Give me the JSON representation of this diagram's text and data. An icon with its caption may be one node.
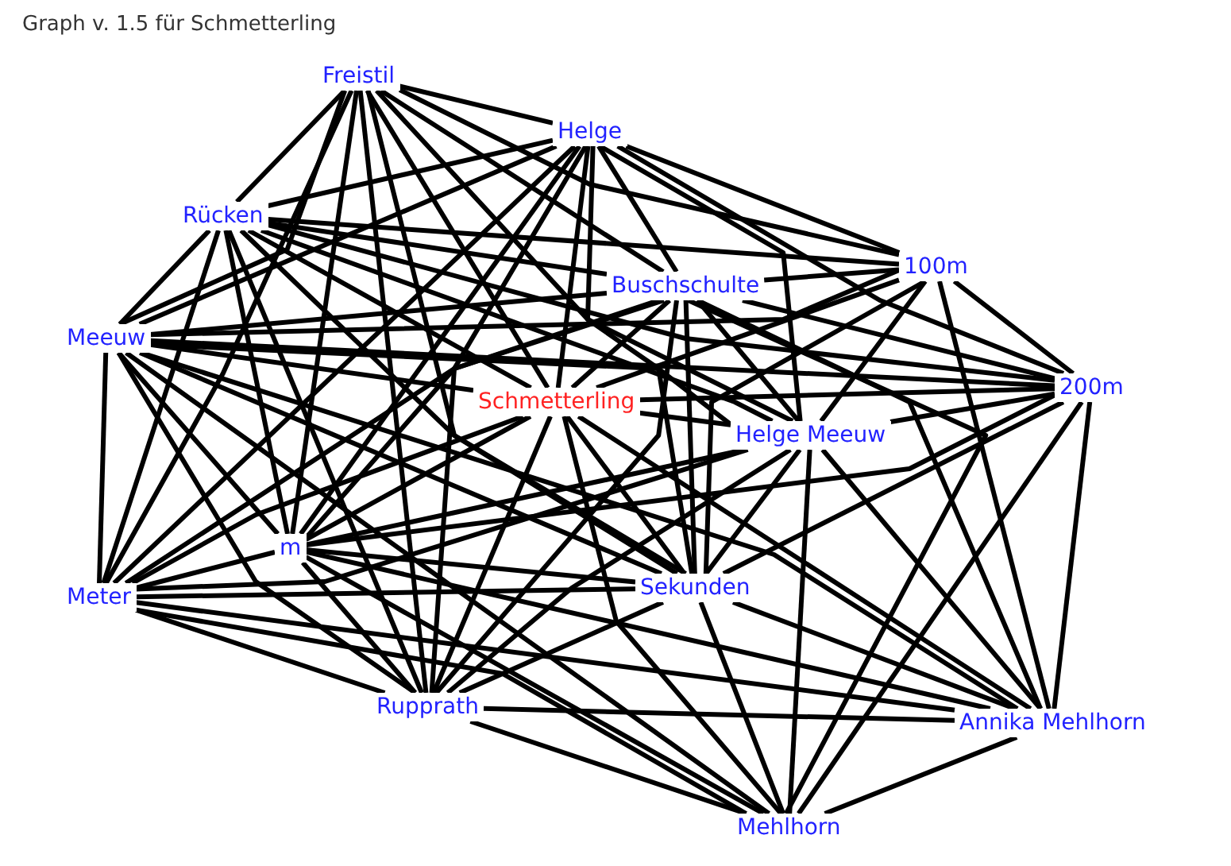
{
  "diagram": {
    "title": "Graph v. 1.5  für  Schmetterling",
    "nodes": [
      {
        "text": [
          "Freistil"
        ]
      },
      {
        "text": [
          "Helge"
        ]
      },
      {
        "text": [
          "Rücken"
        ]
      },
      {
        "text": [
          "Buschschulte"
        ]
      },
      {
        "text": [
          "100m"
        ]
      },
      {
        "text": [
          "Meeuw"
        ]
      },
      {
        "text": [
          "Schmetterling"
        ]
      },
      {
        "text": [
          "200m"
        ]
      },
      {
        "text": [
          "Helge Meeuw"
        ]
      },
      {
        "text": [
          "m"
        ]
      },
      {
        "text": [
          "Meter"
        ]
      },
      {
        "text": [
          "Sekunden"
        ]
      },
      {
        "text": [
          "Rupprath"
        ]
      },
      {
        "text": [
          "Annika Mehlhorn"
        ]
      },
      {
        "text": [
          "Mehlhorn"
        ]
      }
    ],
    "edges": [
      {
        "from": 0,
        "to": 1,
        "arrow": "none"
      },
      {
        "from": 0,
        "to": 2,
        "arrow": "none"
      },
      {
        "from": 0,
        "to": 3,
        "arrow": "none"
      },
      {
        "from": 0,
        "to": 4,
        "arrow": "none"
      },
      {
        "from": 0,
        "to": 5,
        "arrow": "none"
      },
      {
        "from": 0,
        "to": 6,
        "arrow": "none"
      },
      {
        "from": 0,
        "to": 8,
        "arrow": "none"
      },
      {
        "from": 0,
        "to": 9,
        "arrow": "none"
      },
      {
        "from": 0,
        "to": 10,
        "arrow": "none"
      },
      {
        "from": 0,
        "to": 11,
        "arrow": "none"
      },
      {
        "from": 0,
        "to": 12,
        "arrow": "none"
      },
      {
        "from": 1,
        "to": 2,
        "arrow": "none"
      },
      {
        "from": 1,
        "to": 3,
        "arrow": "none"
      },
      {
        "from": 1,
        "to": 4,
        "arrow": "none"
      },
      {
        "from": 1,
        "to": 5,
        "arrow": "none"
      },
      {
        "from": 1,
        "to": 6,
        "arrow": "none"
      },
      {
        "from": 1,
        "to": 7,
        "arrow": "none"
      },
      {
        "from": 1,
        "to": 8,
        "arrow": "none"
      },
      {
        "from": 1,
        "to": 9,
        "arrow": "none"
      },
      {
        "from": 1,
        "to": 10,
        "arrow": "none"
      },
      {
        "from": 1,
        "to": 11,
        "arrow": "none"
      },
      {
        "from": 1,
        "to": 12,
        "arrow": "none"
      },
      {
        "from": 2,
        "to": 3,
        "arrow": "none"
      },
      {
        "from": 2,
        "to": 4,
        "arrow": "none"
      },
      {
        "from": 2,
        "to": 5,
        "arrow": "none"
      },
      {
        "from": 2,
        "to": 6,
        "arrow": "none"
      },
      {
        "from": 2,
        "to": 7,
        "arrow": "none"
      },
      {
        "from": 2,
        "to": 8,
        "arrow": "none"
      },
      {
        "from": 2,
        "to": 9,
        "arrow": "none"
      },
      {
        "from": 2,
        "to": 10,
        "arrow": "none"
      },
      {
        "from": 2,
        "to": 11,
        "arrow": "none"
      },
      {
        "from": 2,
        "to": 12,
        "arrow": "none"
      },
      {
        "from": 3,
        "to": 4,
        "arrow": "none"
      },
      {
        "from": 3,
        "to": 5,
        "arrow": "none"
      },
      {
        "from": 3,
        "to": 6,
        "arrow": "none"
      },
      {
        "from": 3,
        "to": 7,
        "arrow": "none"
      },
      {
        "from": 3,
        "to": 8,
        "arrow": "none"
      },
      {
        "from": 3,
        "to": 9,
        "arrow": "none"
      },
      {
        "from": 3,
        "to": 10,
        "arrow": "none"
      },
      {
        "from": 3,
        "to": 11,
        "arrow": "none"
      },
      {
        "from": 3,
        "to": 12,
        "arrow": "none"
      },
      {
        "from": 3,
        "to": 13,
        "arrow": "none"
      },
      {
        "from": 3,
        "to": 14,
        "arrow": "none"
      },
      {
        "from": 4,
        "to": 5,
        "arrow": "none"
      },
      {
        "from": 4,
        "to": 6,
        "arrow": "none"
      },
      {
        "from": 4,
        "to": 7,
        "arrow": "none"
      },
      {
        "from": 4,
        "to": 8,
        "arrow": "none"
      },
      {
        "from": 4,
        "to": 11,
        "arrow": "none"
      },
      {
        "from": 4,
        "to": 13,
        "arrow": "none"
      },
      {
        "from": 5,
        "to": 6,
        "arrow": "none"
      },
      {
        "from": 5,
        "to": 7,
        "arrow": "none"
      },
      {
        "from": 5,
        "to": 8,
        "arrow": "none"
      },
      {
        "from": 5,
        "to": 9,
        "arrow": "none"
      },
      {
        "from": 5,
        "to": 10,
        "arrow": "none"
      },
      {
        "from": 5,
        "to": 11,
        "arrow": "none"
      },
      {
        "from": 5,
        "to": 12,
        "arrow": "none"
      },
      {
        "from": 5,
        "to": 13,
        "arrow": "none"
      },
      {
        "from": 5,
        "to": 14,
        "arrow": "none"
      },
      {
        "from": 6,
        "to": 7,
        "arrow": "none"
      },
      {
        "from": 6,
        "to": 8,
        "arrow": "none"
      },
      {
        "from": 6,
        "to": 9,
        "arrow": "none"
      },
      {
        "from": 6,
        "to": 10,
        "arrow": "none"
      },
      {
        "from": 6,
        "to": 11,
        "arrow": "none"
      },
      {
        "from": 6,
        "to": 12,
        "arrow": "none"
      },
      {
        "from": 6,
        "to": 13,
        "arrow": "none"
      },
      {
        "from": 6,
        "to": 14,
        "arrow": "none"
      },
      {
        "from": 7,
        "to": 8,
        "arrow": "none"
      },
      {
        "from": 7,
        "to": 9,
        "arrow": "none"
      },
      {
        "from": 7,
        "to": 11,
        "arrow": "none"
      },
      {
        "from": 7,
        "to": 13,
        "arrow": "none"
      },
      {
        "from": 7,
        "to": 14,
        "arrow": "none"
      },
      {
        "from": 8,
        "to": 9,
        "arrow": "none"
      },
      {
        "from": 8,
        "to": 10,
        "arrow": "none"
      },
      {
        "from": 8,
        "to": 11,
        "arrow": "none"
      },
      {
        "from": 8,
        "to": 12,
        "arrow": "none"
      },
      {
        "from": 8,
        "to": 13,
        "arrow": "none"
      },
      {
        "from": 8,
        "to": 14,
        "arrow": "none"
      },
      {
        "from": 9,
        "to": 10,
        "arrow": "none"
      },
      {
        "from": 9,
        "to": 11,
        "arrow": "none"
      },
      {
        "from": 9,
        "to": 12,
        "arrow": "none"
      },
      {
        "from": 9,
        "to": 13,
        "arrow": "none"
      },
      {
        "from": 9,
        "to": 14,
        "arrow": "none"
      },
      {
        "from": 10,
        "to": 11,
        "arrow": "none"
      },
      {
        "from": 10,
        "to": 12,
        "arrow": "none"
      },
      {
        "from": 10,
        "to": 13,
        "arrow": "none"
      },
      {
        "from": 10,
        "to": 14,
        "arrow": "none"
      },
      {
        "from": 11,
        "to": 12,
        "arrow": "none"
      },
      {
        "from": 11,
        "to": 13,
        "arrow": "none"
      },
      {
        "from": 11,
        "to": 14,
        "arrow": "none"
      },
      {
        "from": 12,
        "to": 13,
        "arrow": "none"
      },
      {
        "from": 12,
        "to": 14,
        "arrow": "none"
      },
      {
        "from": 13,
        "to": 14,
        "arrow": "none"
      }
    ]
  }
}
